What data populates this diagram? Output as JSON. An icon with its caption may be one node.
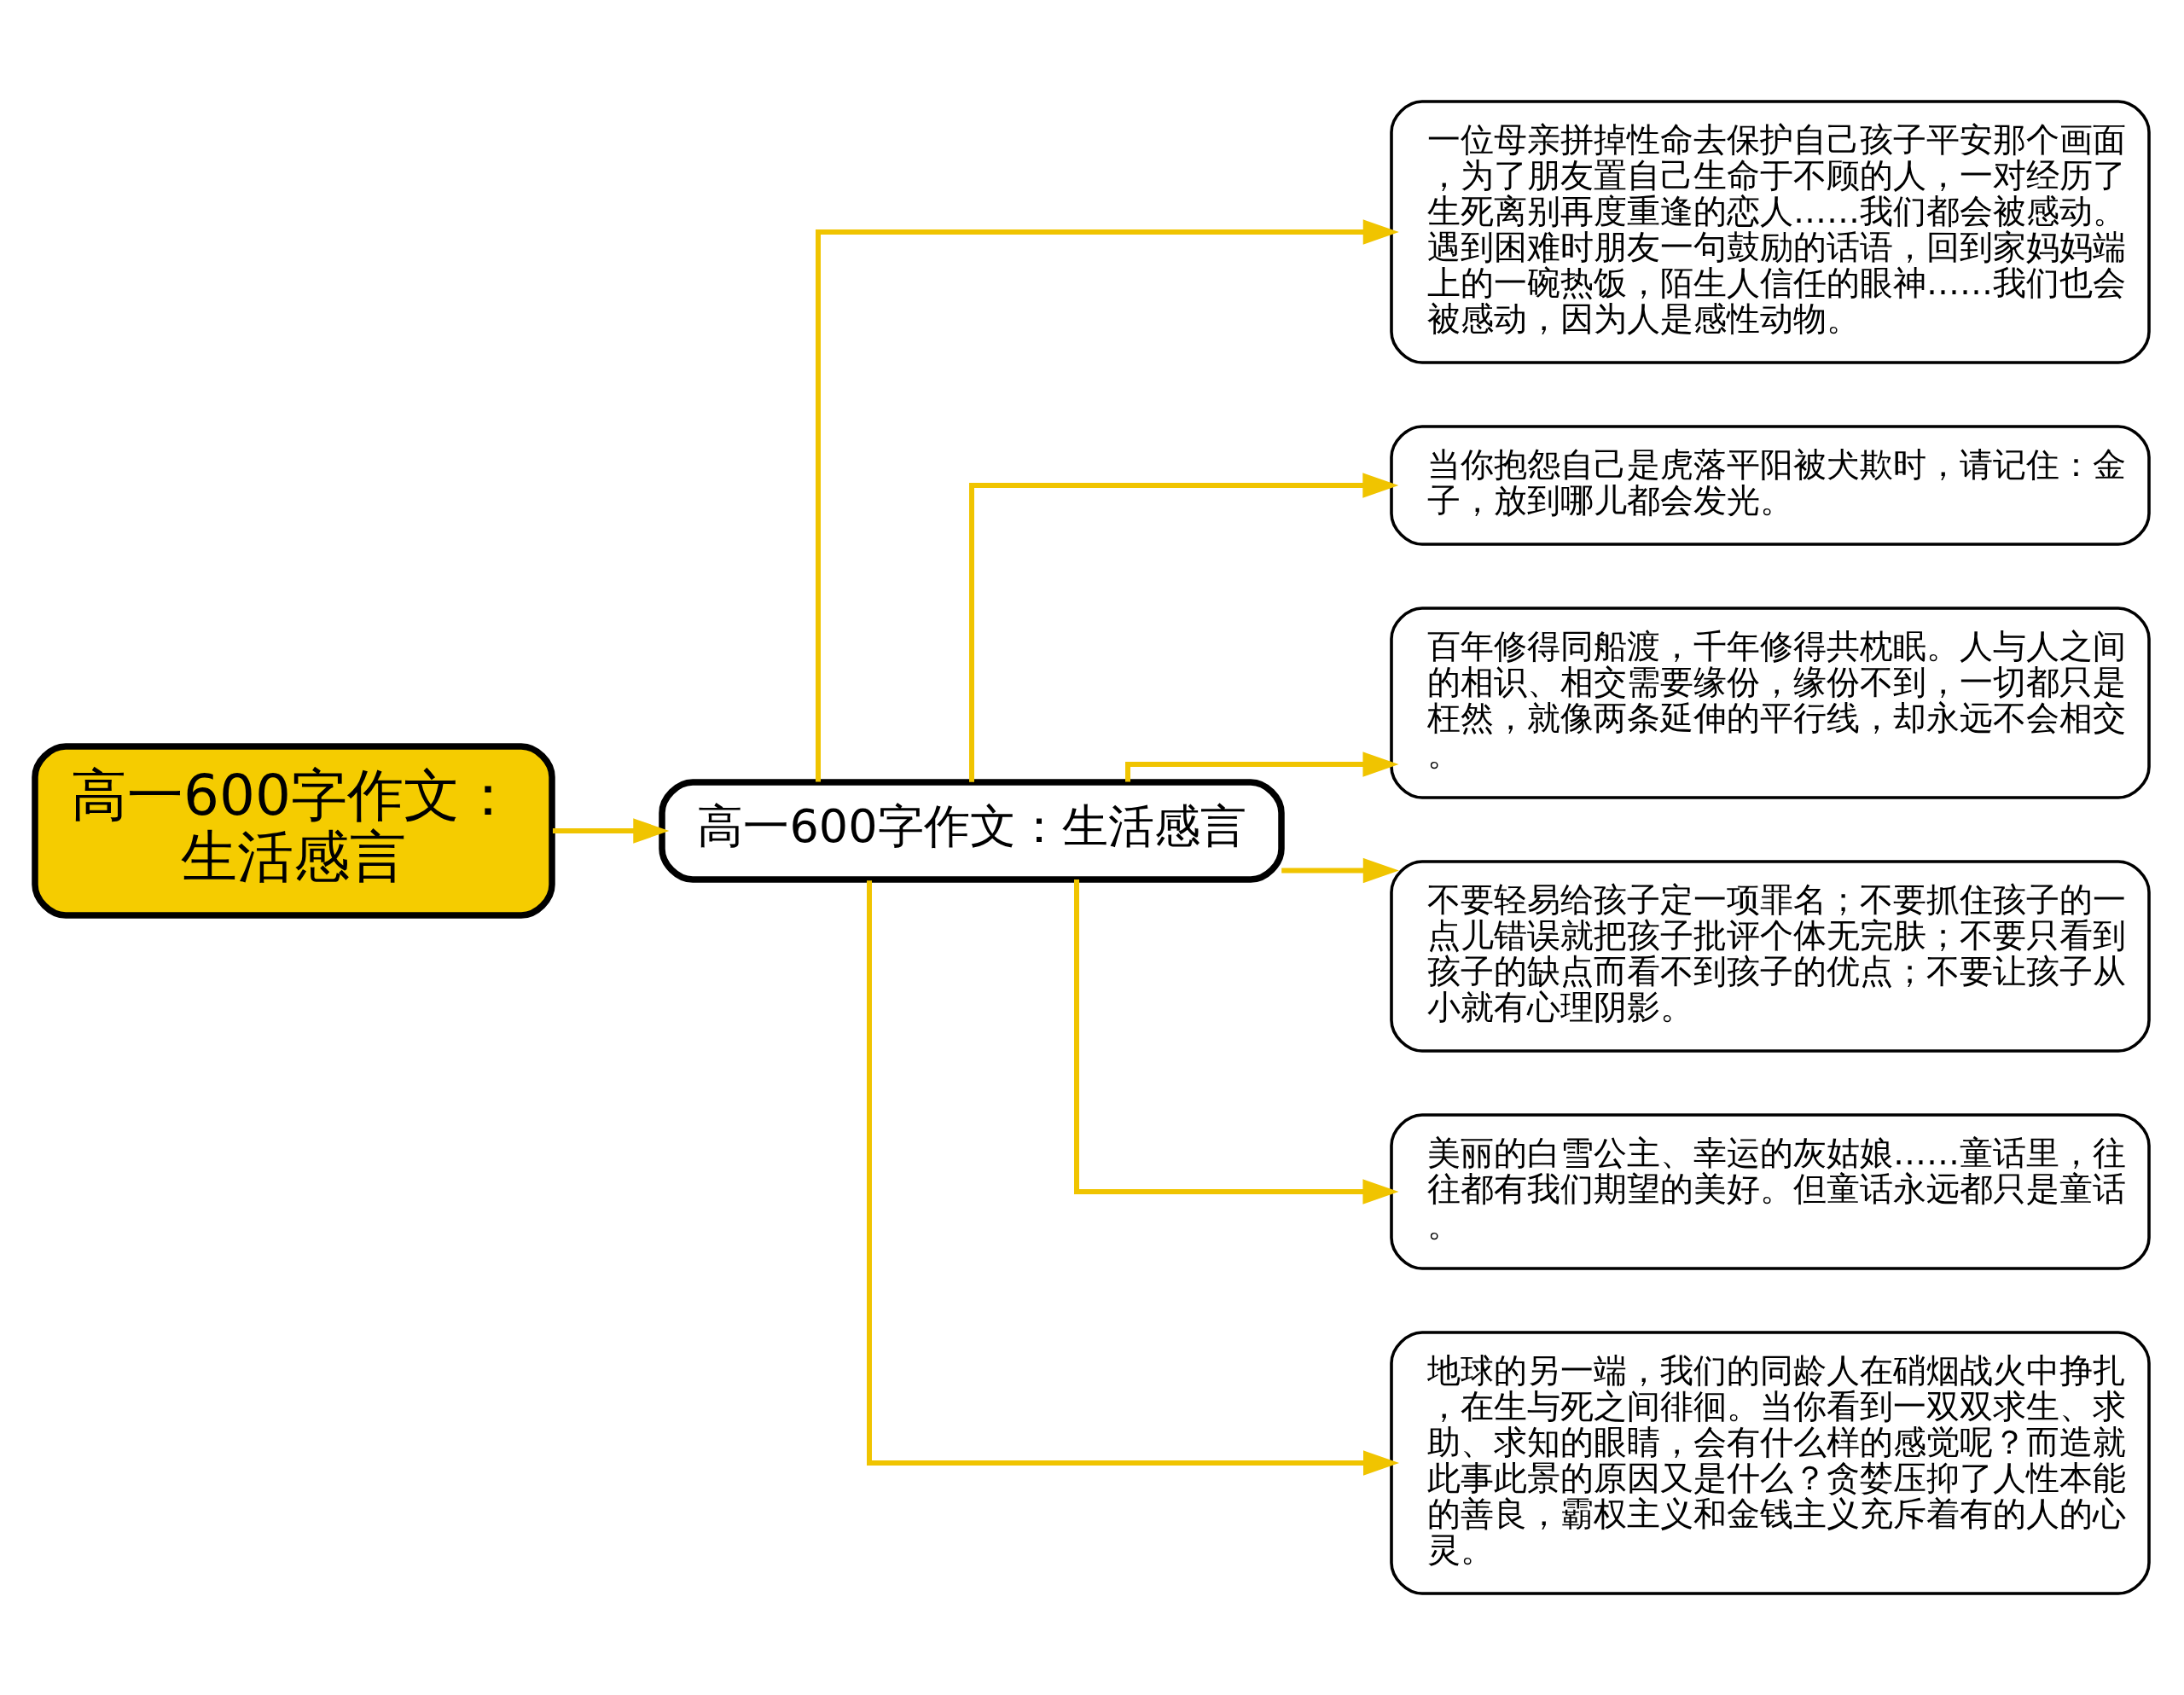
{
  "diagram": {
    "nodes": [
      {
        "text": [
          "高一600字作文：生活感言"
        ]
      },
      {
        "text": [
          "高一600字作文：生活感言"
        ]
      },
      {
        "text": [
          "一位母亲拼掉性命去保护自己孩子平安那个画面，为了朋友置自己生命于不顾的人，一对经历了生死离别再度重逢的恋人……我们都会被感动。遇到困难时朋友一句鼓励的话语，回到家妈妈端上的一碗热饭，陌生人信任的眼神……我们也会被感动，因为人是感性动物。"
        ]
      },
      {
        "text": [
          "当你抱怨自己是虎落平阳被犬欺时，请记住：金子，放到哪儿都会发光。"
        ]
      },
      {
        "text": [
          "百年修得同船渡，千年修得共枕眠。人与人之间的相识、相交需要缘份，缘份不到，一切都只是枉然，就像两条延伸的平行线，却永远不会相交。"
        ]
      },
      {
        "text": [
          "不要轻易给孩子定一项罪名；不要抓住孩子的一点儿错误就把孩子批评个体无完肤；不要只看到孩子的缺点而看不到孩子的优点；不要让孩子从小就有心理阴影。"
        ]
      },
      {
        "text": [
          "美丽的白雪公主、幸运的灰姑娘……童话里，往往都有我们期望的美好。但童话永远都只是童话。"
        ]
      },
      {
        "text": [
          "地球的另一端，我们的同龄人在硝烟战火中挣扎，在生与死之间徘徊。当你看到一双双求生、求助、求知的眼睛，会有什么样的感觉呢？而造就此事此景的原因又是什么？贪婪压抑了人性本能的善良，霸权主义和金钱主义充斥着有的人的心灵。"
        ]
      }
    ],
    "edges": [
      {
        "from": 0,
        "to": 1,
        "arrow": "to"
      },
      {
        "from": 1,
        "to": 2,
        "arrow": "to"
      },
      {
        "from": 1,
        "to": 3,
        "arrow": "to"
      },
      {
        "from": 1,
        "to": 4,
        "arrow": "to"
      },
      {
        "from": 1,
        "to": 5,
        "arrow": "to"
      },
      {
        "from": 1,
        "to": 6,
        "arrow": "to"
      },
      {
        "from": 1,
        "to": 7,
        "arrow": "to"
      }
    ]
  }
}
